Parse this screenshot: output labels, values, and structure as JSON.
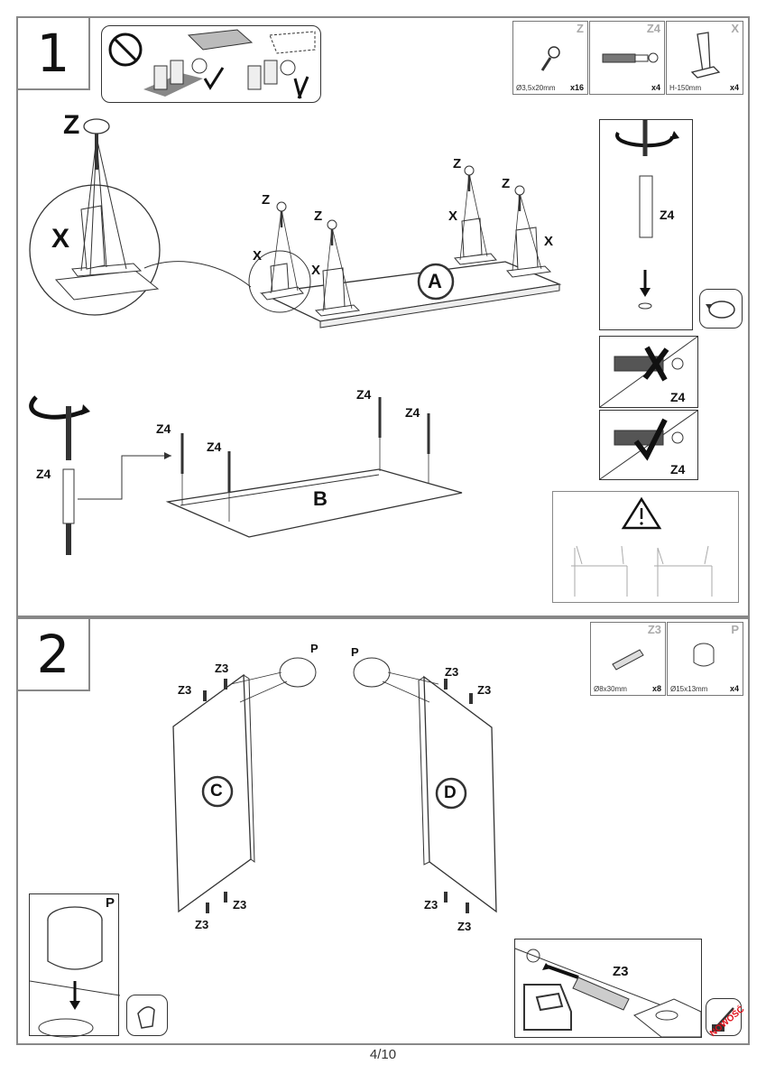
{
  "page": {
    "number": "4/10",
    "brand_stamp": "NOWOŚĆ"
  },
  "steps": [
    {
      "number": "1",
      "parts": [
        {
          "code": "Z",
          "dimension": "Ø3,5x20mm",
          "quantity": "x16",
          "icon": "screw-icon"
        },
        {
          "code": "Z4",
          "dimension": "",
          "quantity": "x4",
          "icon": "confirmat-bolt-icon"
        },
        {
          "code": "X",
          "dimension": "H-150mm",
          "quantity": "x4",
          "icon": "leg-icon"
        }
      ],
      "labels": {
        "screw": "Z",
        "leg": "X",
        "bolt": "Z4",
        "panel_a": "A",
        "panel_b": "B"
      }
    },
    {
      "number": "2",
      "parts": [
        {
          "code": "Z3",
          "dimension": "Ø8x30mm",
          "quantity": "x8",
          "icon": "dowel-icon"
        },
        {
          "code": "P",
          "dimension": "Ø15x13mm",
          "quantity": "x4",
          "icon": "cam-lock-icon"
        }
      ],
      "labels": {
        "dowel": "Z3",
        "cam": "P",
        "panel_c": "C",
        "panel_d": "D"
      }
    }
  ],
  "colors": {
    "frame": "#888888",
    "line": "#333333",
    "stamp": "#e0101a"
  }
}
